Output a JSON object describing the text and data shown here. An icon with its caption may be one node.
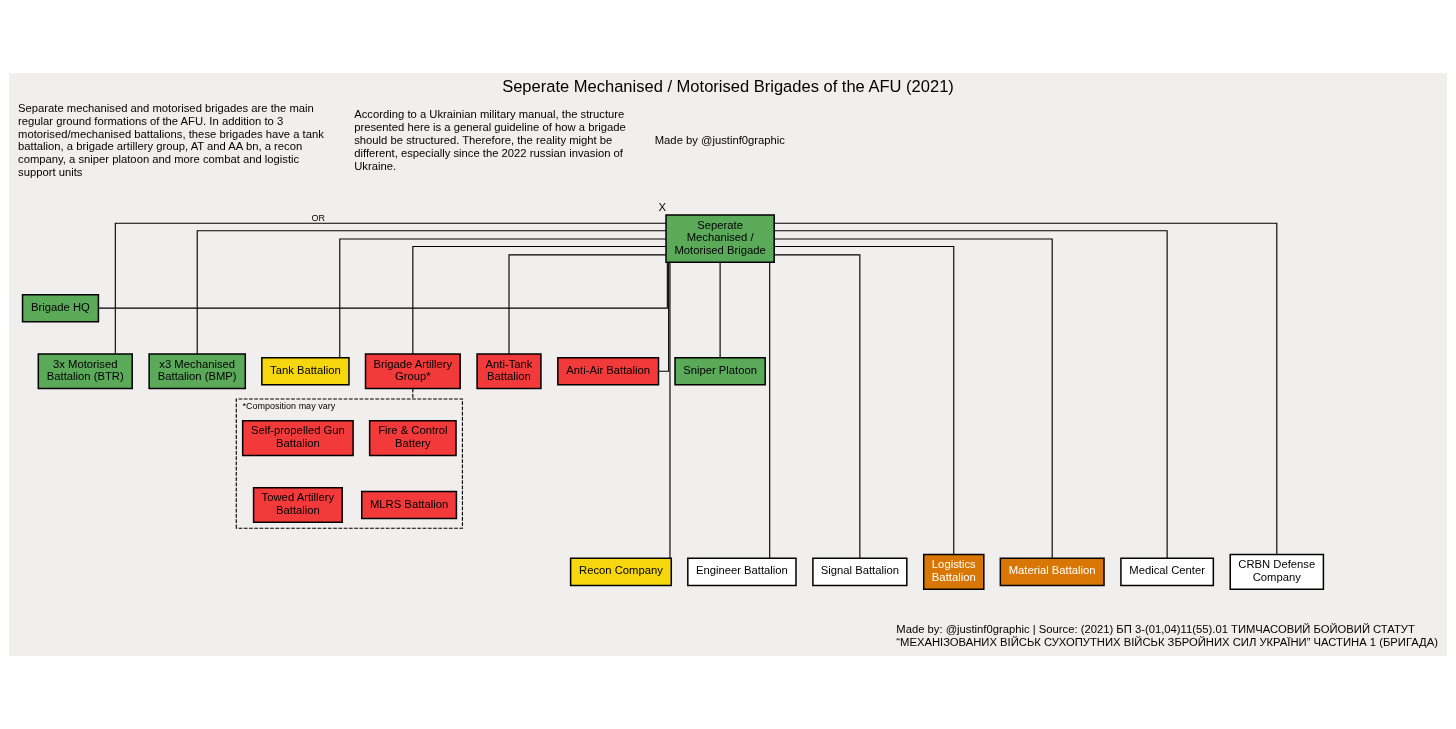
{
  "diagram": {
    "title": "Seperate Mechanised / Motorised Brigades of the AFU (2021)",
    "nodes": [
      {
        "text": [
          "Seperate Mechanised / Motorised Brigade"
        ],
        "beside": [
          "X"
        ]
      },
      {
        "text": [
          "Brigade HQ"
        ]
      },
      {
        "text": [
          "3x Motorised Battalion (BTR)"
        ]
      },
      {
        "text": [
          "x3 Mechanised Battalion (BMP)"
        ]
      },
      {
        "text": [
          "Tank Battalion"
        ]
      },
      {
        "text": [
          "Brigade Artillery Group*"
        ]
      },
      {
        "text": [
          "Anti-Tank Battalion"
        ]
      },
      {
        "text": [
          "Anti-Air Battalion"
        ]
      },
      {
        "text": [
          "Sniper Platoon"
        ]
      },
      {
        "text": [
          "*Composition may vary"
        ]
      },
      {
        "text": [
          "Fire & Control Battery"
        ],
        "in": 9
      },
      {
        "text": [
          "Self-propelled Gun Battalion"
        ],
        "in": 9
      },
      {
        "text": [
          "MLRS Battalion"
        ],
        "in": 9
      },
      {
        "text": [
          "Towed Artillery Battalion"
        ],
        "in": 9
      },
      {
        "text": [
          "Recon Company"
        ]
      },
      {
        "text": [
          "Engineer Battalion"
        ]
      },
      {
        "text": [
          "Signal Battalion"
        ]
      },
      {
        "text": [
          "Logistics Battalion"
        ]
      },
      {
        "text": [
          "Material Battalion"
        ]
      },
      {
        "text": [
          "Medical Center"
        ]
      },
      {
        "text": [
          "CRBN Defense Company"
        ]
      }
    ],
    "edges": [
      {
        "from": 0,
        "to": 1,
        "arrow": "none"
      },
      {
        "from": 0,
        "to": 2,
        "arrow": "none",
        "label": "OR"
      },
      {
        "from": 0,
        "to": 3,
        "arrow": "none"
      },
      {
        "from": 0,
        "to": 4,
        "arrow": "none"
      },
      {
        "from": 0,
        "to": 5,
        "arrow": "none"
      },
      {
        "from": 0,
        "to": 6,
        "arrow": "none"
      },
      {
        "from": 0,
        "to": 7,
        "arrow": "none"
      },
      {
        "from": 0,
        "to": 8,
        "arrow": "none"
      },
      {
        "from": 5,
        "to": 9,
        "arrow": "none",
        "style": "dashed"
      },
      {
        "from": 0,
        "to": 14,
        "arrow": "none"
      },
      {
        "from": 0,
        "to": 15,
        "arrow": "none"
      },
      {
        "from": 0,
        "to": 16,
        "arrow": "none"
      },
      {
        "from": 0,
        "to": 17,
        "arrow": "none"
      },
      {
        "from": 0,
        "to": 18,
        "arrow": "none"
      },
      {
        "from": 0,
        "to": 19,
        "arrow": "none"
      },
      {
        "from": 0,
        "to": 20,
        "arrow": "none"
      }
    ],
    "labels": [
      "Separate mechanised and motorised brigades are the main regular ground formations of the AFU. In addition to 3 motorised/mechanised battalions, these brigades have a tank battalion, a brigade artillery group, AT and AA bn, a recon company, a sniper platoon and more combat and logistic support units",
      "According to a Ukrainian military manual, the structure presented here is a general guideline of how a brigade should be structured. Therefore, the reality might be different, especially since the 2022 russian invasion of Ukraine.",
      "Made by @justinf0graphic",
      "Made by: @justinf0graphic | Source: (2021) БП 3-(01,04)11(55).01 ТИМЧАСОВИЙ БОЙОВИЙ СТАТУТ “МЕХАНІЗОВАНИХ ВІЙСЬК СУХОПУТНИХ ВІЙСЬК ЗБРОЙНИХ СИЛ УКРАЇНИ” ЧАСТИНА 1 (БРИГАДА)"
    ]
  }
}
